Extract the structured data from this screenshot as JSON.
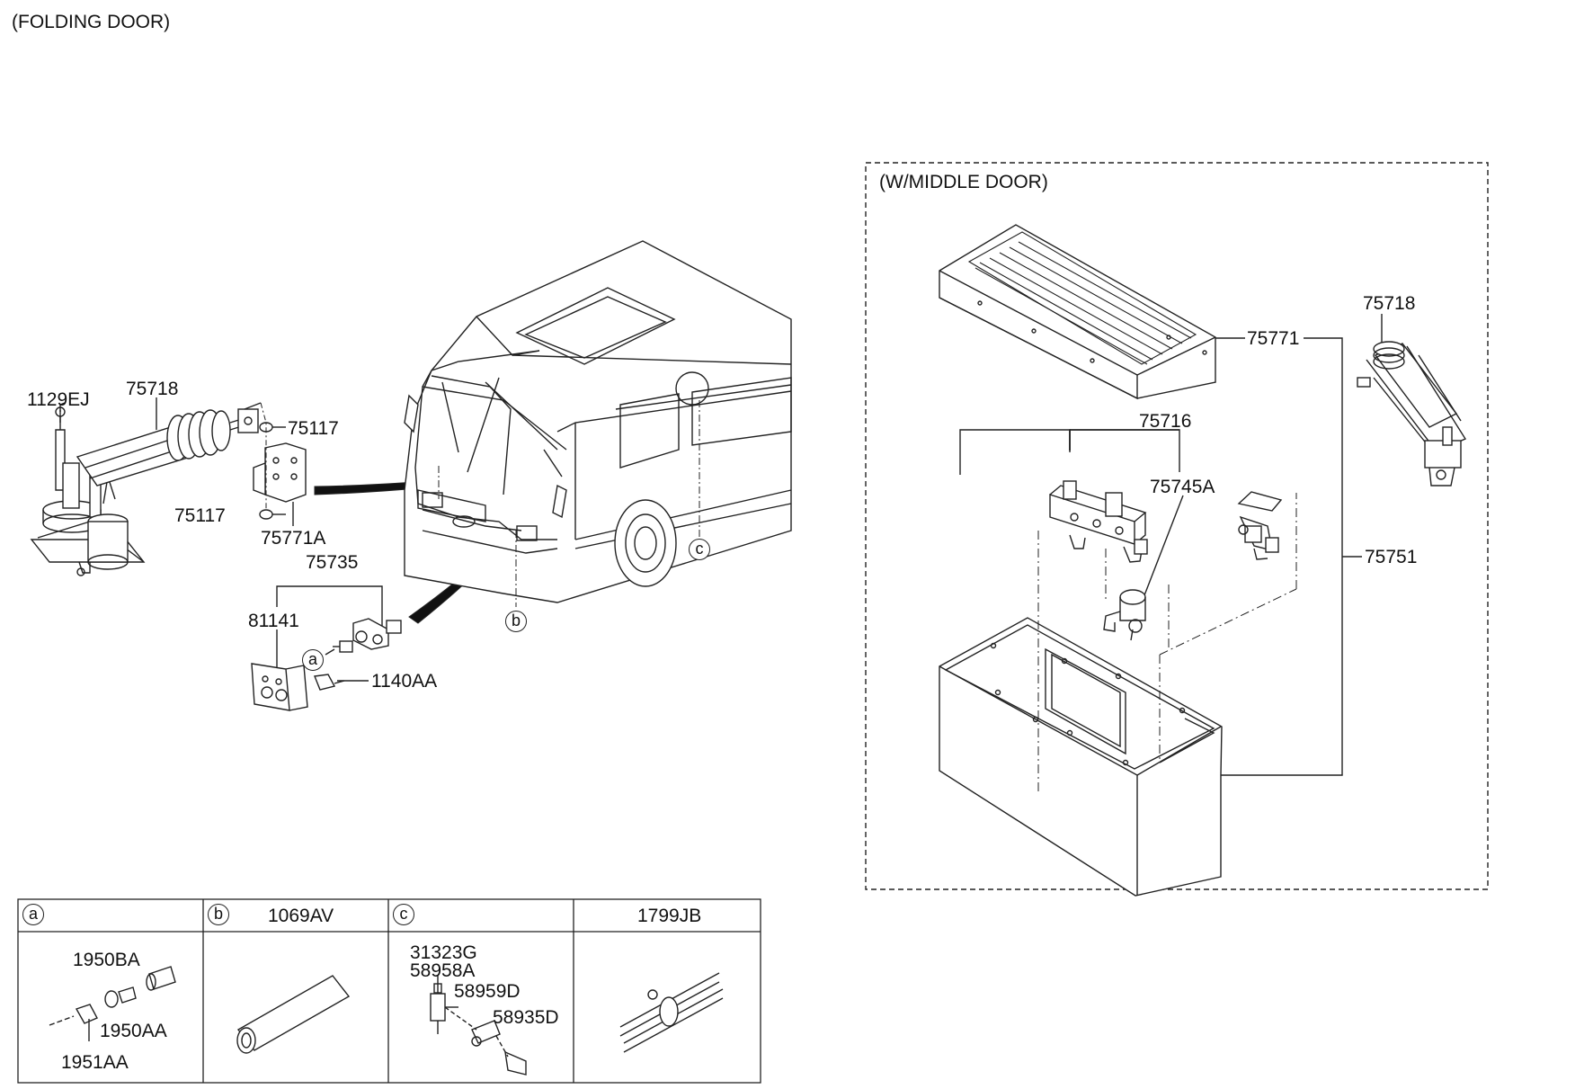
{
  "main_title": "(FOLDING DOOR)",
  "middle_door": {
    "title": "(W/MIDDLE DOOR)",
    "labels": {
      "step_cover": "75771",
      "cylinder": "75718",
      "valve_assy": "75716",
      "valve_part": "75745A",
      "box_assy": "75751"
    }
  },
  "folding_door": {
    "labels": {
      "bolt": "1129EJ",
      "cylinder": "75718",
      "washer_top": "75117",
      "washer_bottom": "75117",
      "bracket": "75771A",
      "switch_assy": "75735",
      "plate": "81141",
      "screw": "1140AA"
    },
    "callouts": {
      "a": "a",
      "b": "b",
      "c": "c"
    }
  },
  "legend": {
    "cells": [
      {
        "callout": "a",
        "title": "",
        "parts": [
          "1950BA",
          "1950AA",
          "1951AA"
        ]
      },
      {
        "callout": "b",
        "title": "1069AV",
        "parts": []
      },
      {
        "callout": "c",
        "title": "",
        "parts": [
          "31323G",
          "58958A",
          "58959D",
          "58935D"
        ]
      },
      {
        "callout": "",
        "title": "1799JB",
        "parts": []
      }
    ]
  }
}
